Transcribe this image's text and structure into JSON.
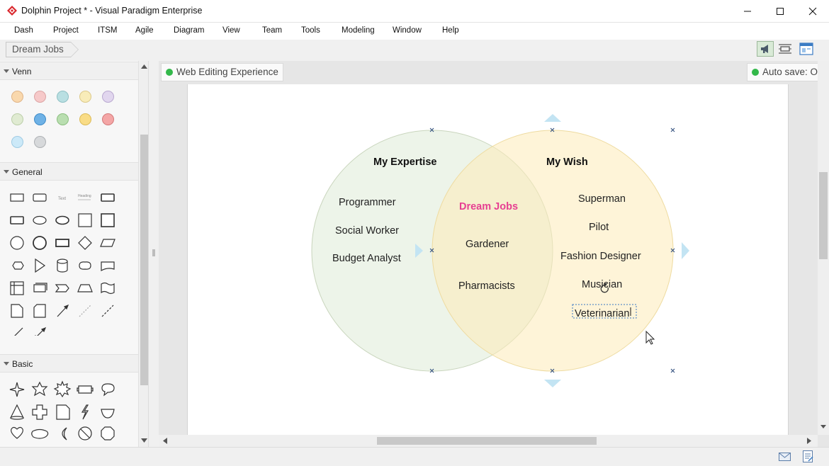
{
  "window": {
    "title": "Dolphin Project * - Visual Paradigm Enterprise"
  },
  "menu": [
    "Dash",
    "Project",
    "ITSM",
    "Agile",
    "Diagram",
    "View",
    "Team",
    "Tools",
    "Modeling",
    "Window",
    "Help"
  ],
  "breadcrumb": {
    "current": "Dream Jobs"
  },
  "palette": {
    "sections": [
      "Venn",
      "General",
      "Basic"
    ],
    "venn_colors": [
      "#f9d8ad",
      "#f6c9c9",
      "#b9dfe2",
      "#f8ecb9",
      "#e1d6ee",
      "#e0ebd2",
      "#6fb2e6",
      "#b9deb0",
      "#f9dc86",
      "#f4a6a6",
      "#cce9f8",
      "#d7d9db"
    ],
    "general_text_tool": "Text",
    "general_heading_tool": "Heading"
  },
  "status": {
    "web_editing": "Web Editing Experience",
    "auto_save": "Auto save: On"
  },
  "diagram": {
    "left_circle": {
      "title": "My Expertise",
      "items": [
        "Programmer",
        "Social Worker",
        "Budget Analyst"
      ],
      "fill": "#e6efdf"
    },
    "right_circle": {
      "title": "My Wish",
      "items": [
        "Superman",
        "Pilot",
        "Fashion Designer",
        "Musician",
        "Veterinarian"
      ],
      "fill": "#fdebb8"
    },
    "overlap": {
      "title": "Dream Jobs",
      "title_color": "#e63f92",
      "items": [
        "Gardener",
        "Pharmacists"
      ]
    }
  }
}
